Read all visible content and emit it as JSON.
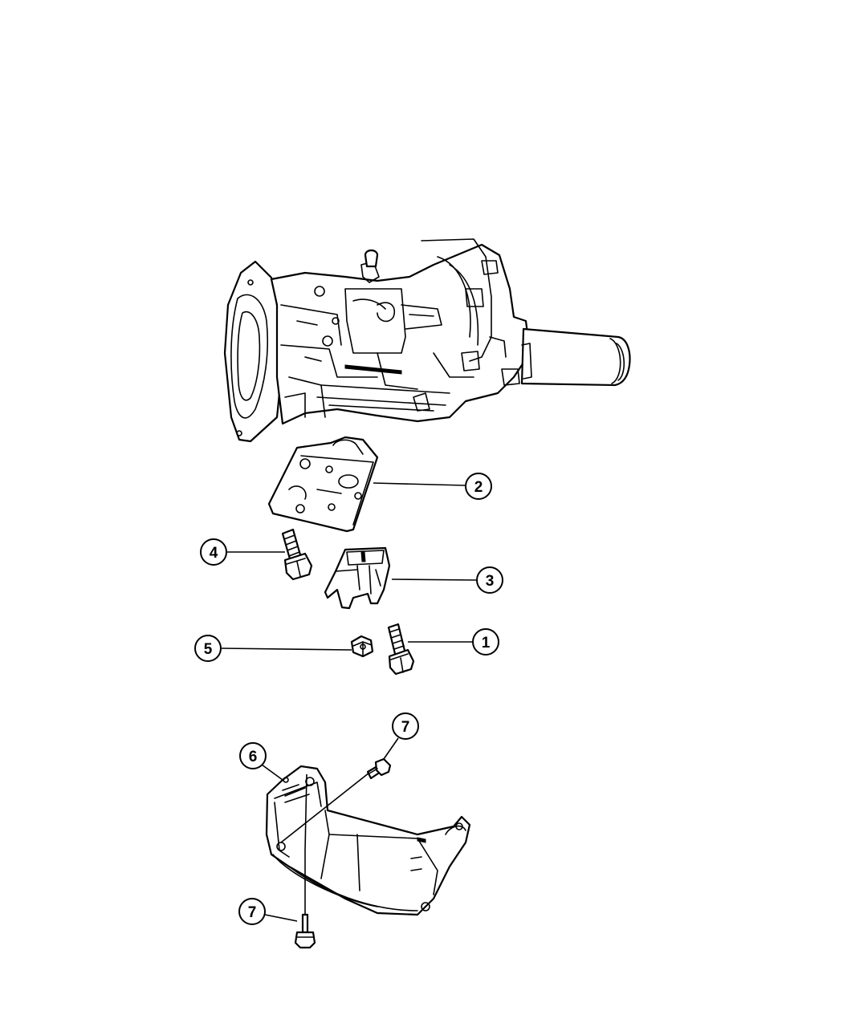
{
  "callouts": {
    "c1": "1",
    "c2": "2",
    "c3": "3",
    "c4": "4",
    "c5": "5",
    "c6": "6",
    "c7a": "7",
    "c7b": "7"
  }
}
